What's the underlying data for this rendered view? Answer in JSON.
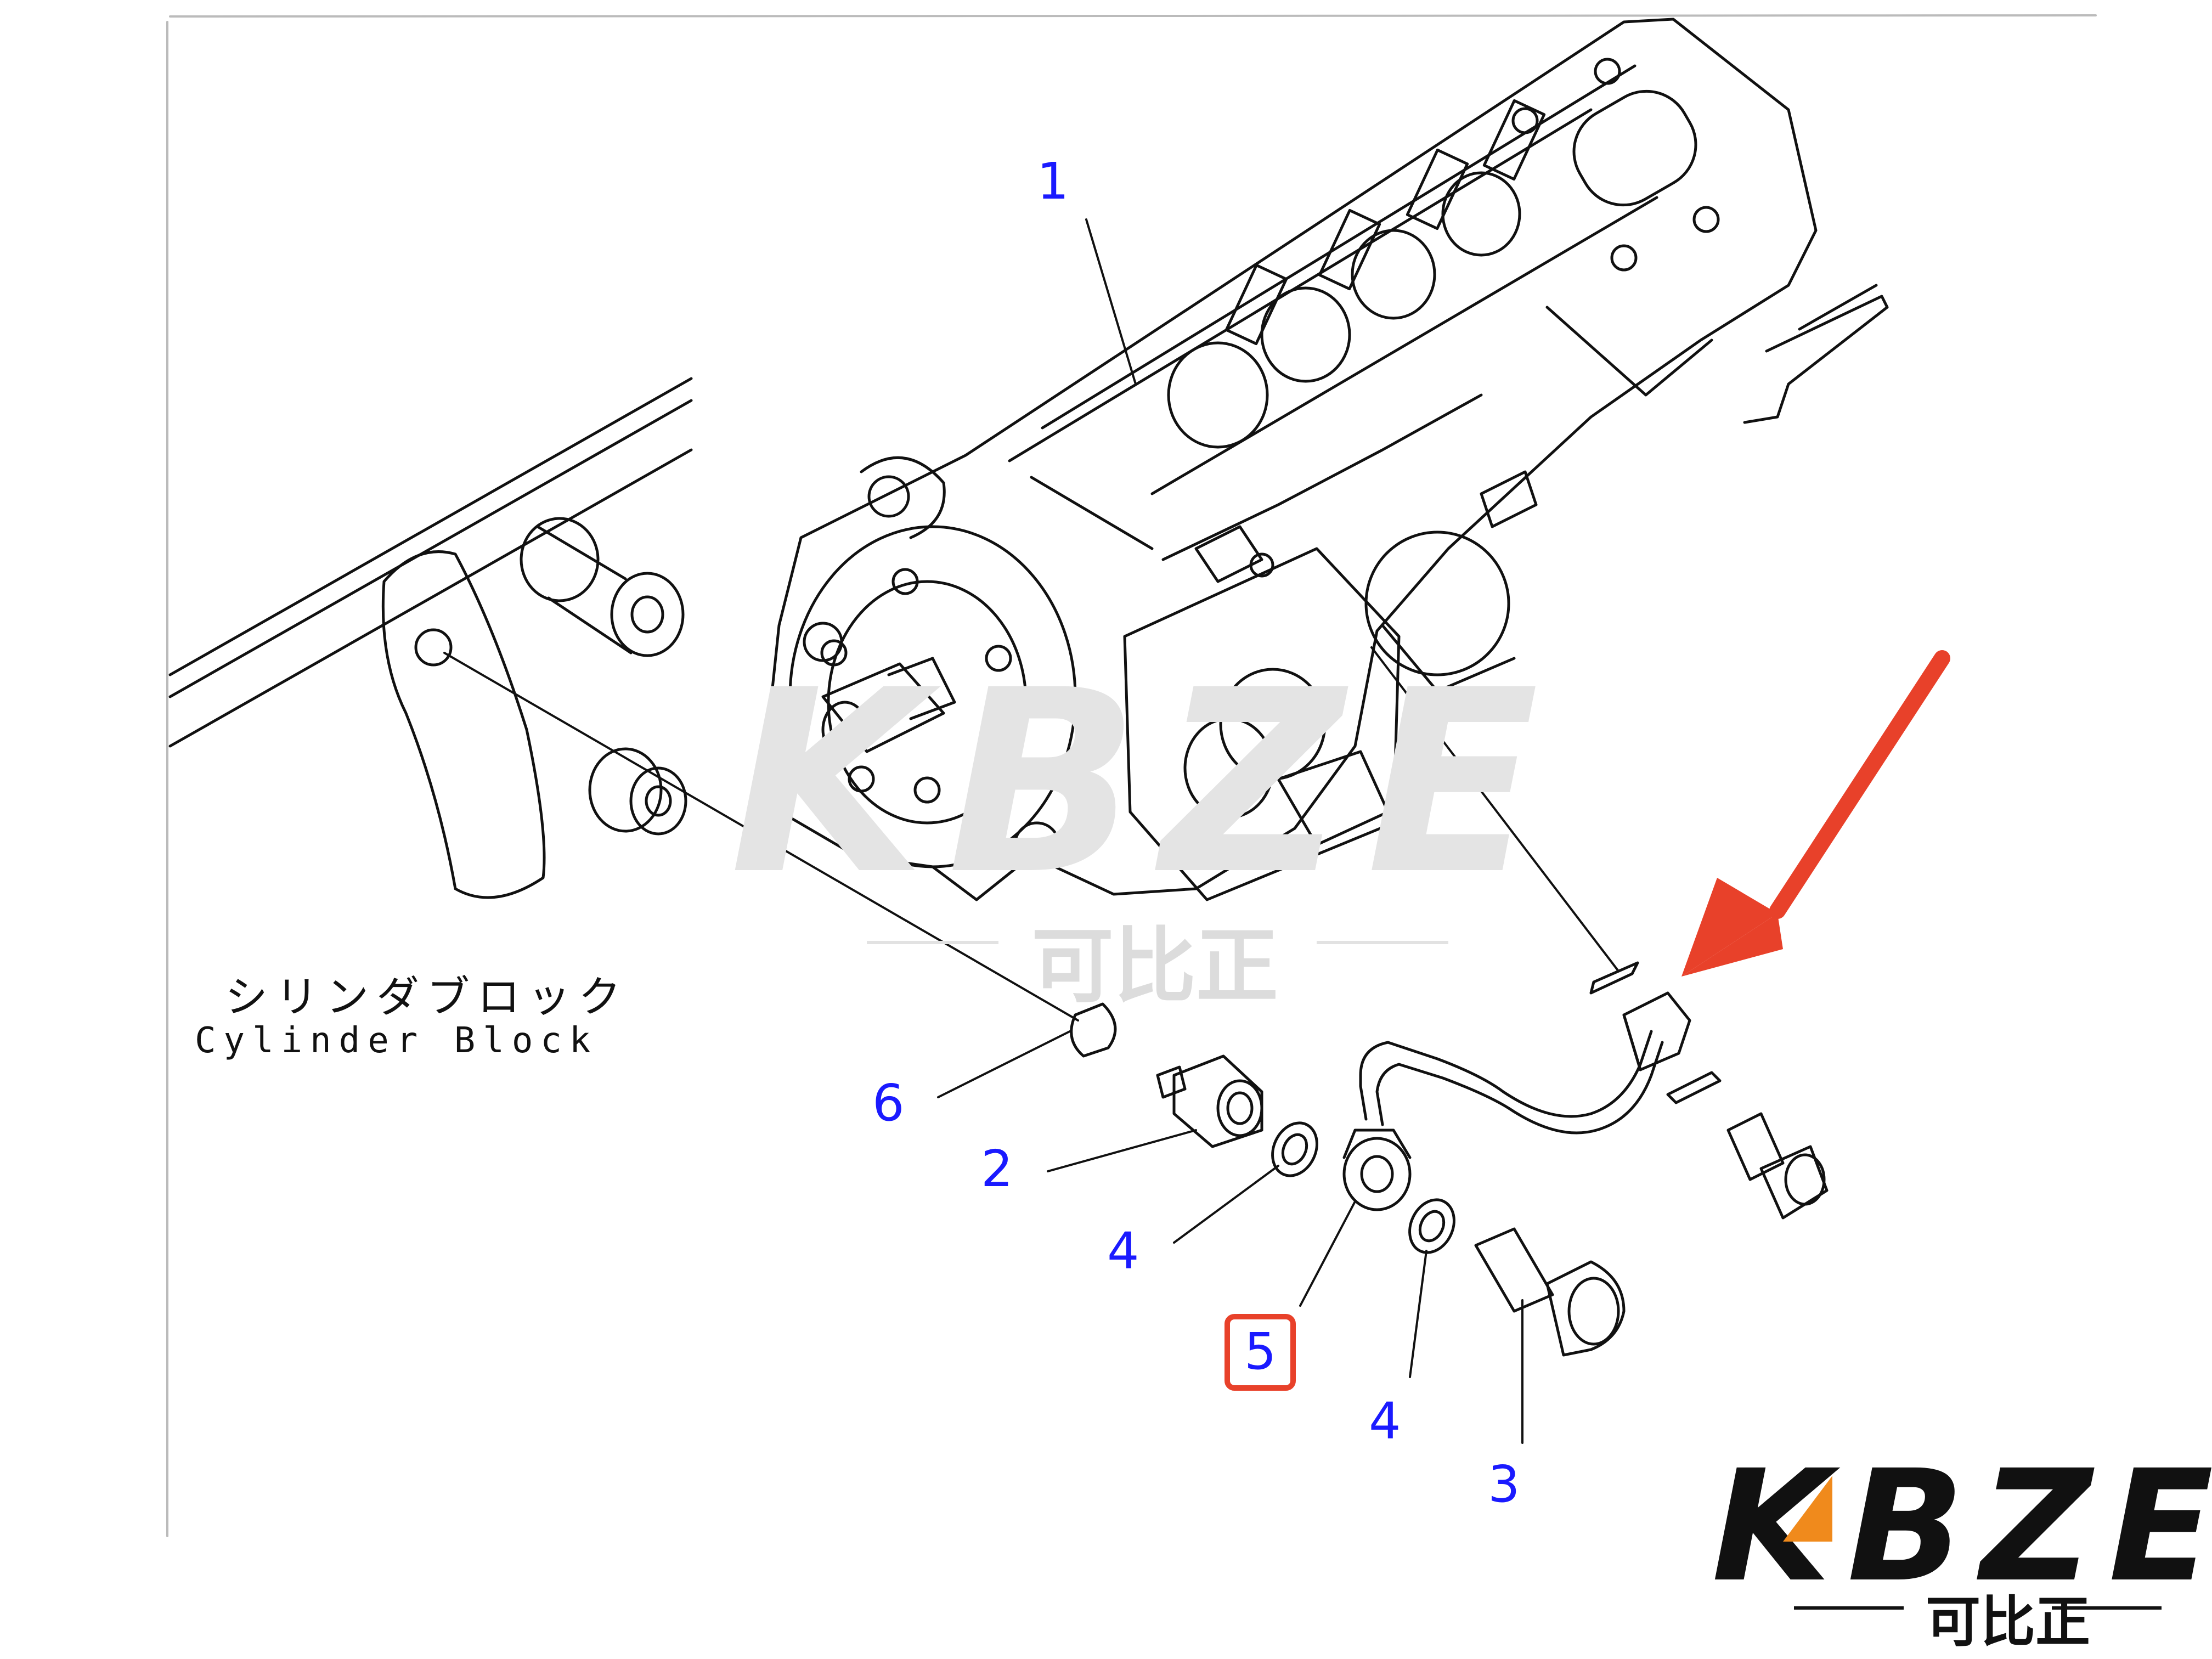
{
  "callouts": {
    "c1": "1",
    "c2": "2",
    "c3": "3",
    "c4a": "4",
    "c4b": "4",
    "c5": "5",
    "c6": "6"
  },
  "caption": {
    "jp": "シリンダブロック",
    "en": "Cylinder Block"
  },
  "watermark": {
    "letters": "KBZE",
    "chinese": "可比正"
  },
  "logo": {
    "letters": "KBZE",
    "chinese": "可比正"
  },
  "colors": {
    "callout": "#1a1aff",
    "highlight": "#e8412a",
    "arrow": "#e8412a",
    "logo_accent": "#f08a1c"
  }
}
